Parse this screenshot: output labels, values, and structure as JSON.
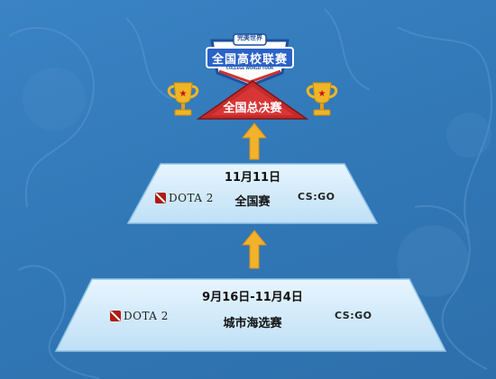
{
  "badge": {
    "top_text": "完美世界",
    "title": "全国高校联赛",
    "sub_text": "COLLEGE WORLD TOUR"
  },
  "final": {
    "label": "全国总决赛"
  },
  "tiers": [
    {
      "date": "11月11日",
      "name": "全国赛",
      "game_left": "DOTA 2",
      "game_right": "CS:GO"
    },
    {
      "date": "9月16日-11月4日",
      "name": "城市海选赛",
      "game_left": "DOTA 2",
      "game_right": "CS:GO"
    }
  ],
  "colors": {
    "arrow": "#f2b22a",
    "trophy": "#f0b526",
    "final_plate": "#c52a2a",
    "tier_plate": "#d5ecfb"
  },
  "icons": [
    "trophy-icon",
    "arrow-up-icon",
    "dota2-logo",
    "csgo-logo",
    "league-badge-logo"
  ]
}
